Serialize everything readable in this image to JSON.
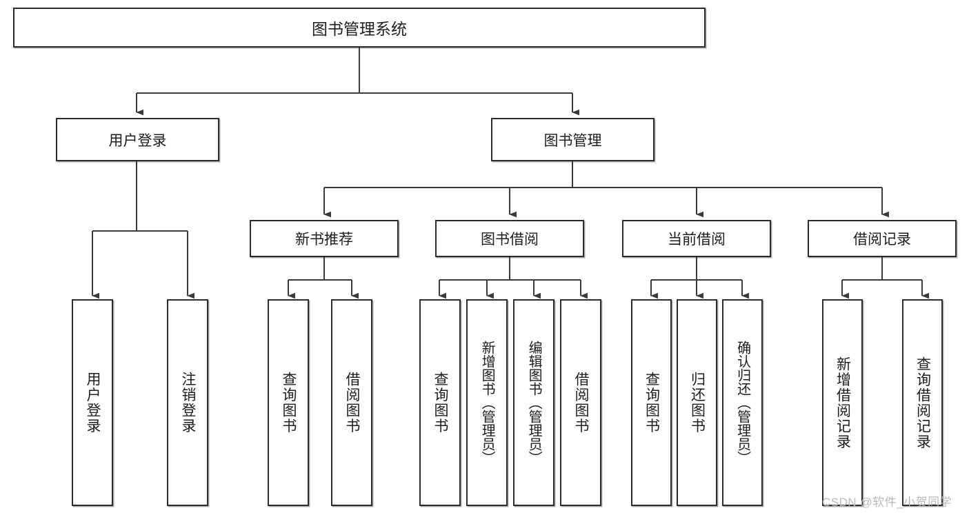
{
  "diagram": {
    "title": "图书管理系统",
    "type": "功能结构图",
    "watermark": "CSDN @软件_小贺同学",
    "colors": {
      "box_border": "#2b2b2b",
      "box_fill": "#ffffff",
      "connector": "#3a3a3a",
      "text": "#1d1d1d",
      "watermark": "#b9b9b9"
    },
    "root": {
      "label": "图书管理系统"
    },
    "level2": [
      {
        "id": "user-login",
        "label": "用户登录"
      },
      {
        "id": "book-manage",
        "label": "图书管理"
      }
    ],
    "level3": [
      {
        "id": "new-book-recommend",
        "label": "新书推荐"
      },
      {
        "id": "book-borrow",
        "label": "图书借阅"
      },
      {
        "id": "current-borrow",
        "label": "当前借阅"
      },
      {
        "id": "borrow-record",
        "label": "借阅记录"
      }
    ],
    "leaves": {
      "user-login": [
        {
          "id": "leaf-user-login",
          "label": "用户登录"
        },
        {
          "id": "leaf-user-logout",
          "label": "注销登录"
        }
      ],
      "new-book-recommend": [
        {
          "id": "leaf-query-book-1",
          "label": "查询图书"
        },
        {
          "id": "leaf-borrow-book-1",
          "label": "借阅图书"
        }
      ],
      "book-borrow": [
        {
          "id": "leaf-query-book-2",
          "label": "查询图书"
        },
        {
          "id": "leaf-add-book",
          "label": "新增图书（管理员）"
        },
        {
          "id": "leaf-edit-book",
          "label": "编辑图书（管理员）"
        },
        {
          "id": "leaf-borrow-book-2",
          "label": "借阅图书"
        }
      ],
      "current-borrow": [
        {
          "id": "leaf-query-book-3",
          "label": "查询图书"
        },
        {
          "id": "leaf-return-book",
          "label": "归还图书"
        },
        {
          "id": "leaf-confirm-return",
          "label": "确认归还（管理员）"
        }
      ],
      "borrow-record": [
        {
          "id": "leaf-add-record",
          "label": "新增借阅记录"
        },
        {
          "id": "leaf-query-record",
          "label": "查询借阅记录"
        }
      ]
    }
  }
}
